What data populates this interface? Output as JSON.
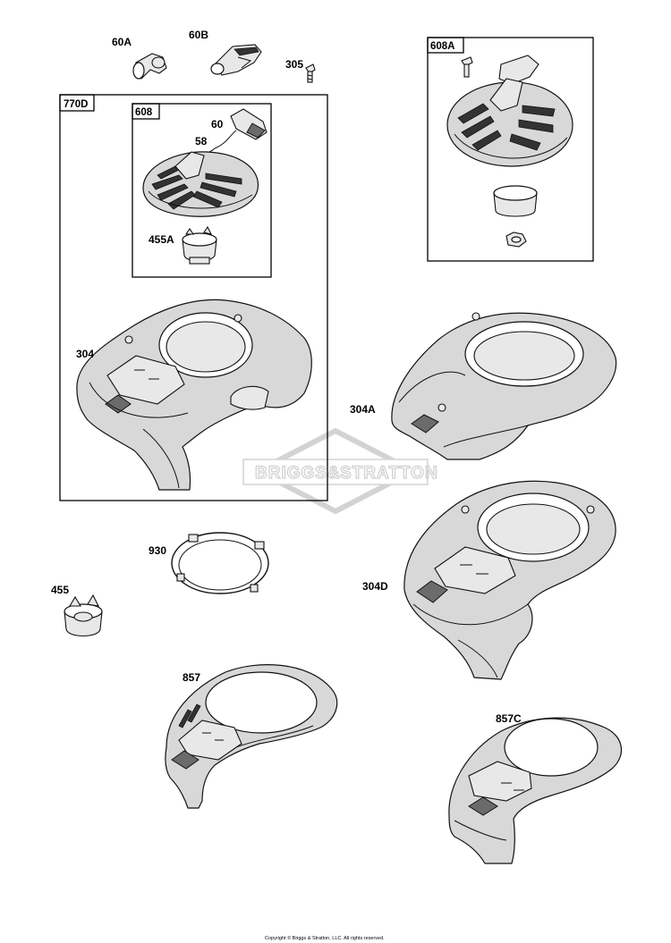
{
  "diagram": {
    "watermark": {
      "left": "BRIGGS",
      "amp": "&",
      "right": "STRATTON"
    },
    "copyright": "Copyright © Briggs & Stratton, LLC. All rights reserved.",
    "boxes": {
      "box_770D": "770D",
      "box_608": "608",
      "box_608A": "608A"
    },
    "labels": {
      "p60A": "60A",
      "p60B": "60B",
      "p305": "305",
      "p60": "60",
      "p58": "58",
      "p455A": "455A",
      "p304": "304",
      "p304A": "304A",
      "p930": "930",
      "p455": "455",
      "p304D": "304D",
      "p857": "857",
      "p857C": "857C"
    }
  }
}
